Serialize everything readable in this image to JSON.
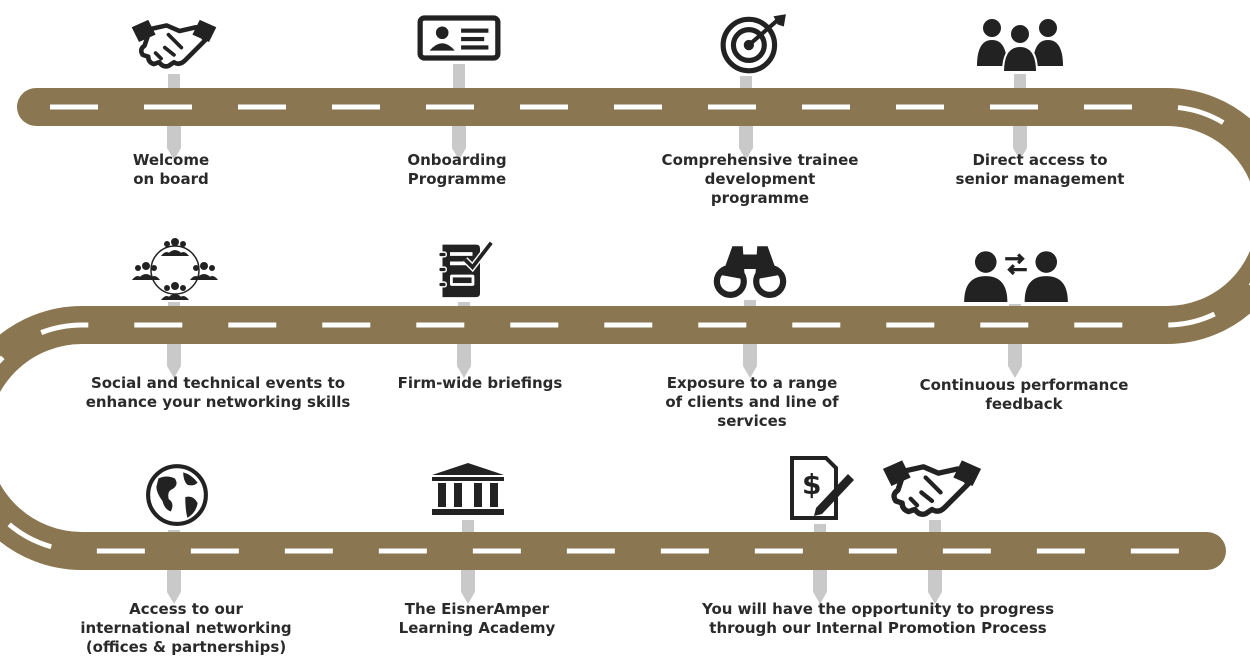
{
  "colors": {
    "road": "#8a7650",
    "dash": "#ffffff",
    "pin": "#c9c9c9",
    "icon": "#222222",
    "text": "#2a2a2a"
  },
  "milestones": [
    {
      "icon": "handshake-icon",
      "label": "Welcome\non board"
    },
    {
      "icon": "id-card-icon",
      "label": "Onboarding\nProgramme"
    },
    {
      "icon": "target-icon",
      "label": "Comprehensive  trainee\ndevelopment\nprogramme"
    },
    {
      "icon": "group-icon",
      "label": "Direct access to\nsenior management"
    },
    {
      "icon": "network-icon",
      "label": "Social and technical events to\nenhance your networking skills"
    },
    {
      "icon": "checklist-icon",
      "label": "Firm-wide briefings"
    },
    {
      "icon": "binoculars-icon",
      "label": "Exposure to a range\nof clients and line of\nservices"
    },
    {
      "icon": "feedback-icon",
      "label": "Continuous performance\nfeedback"
    },
    {
      "icon": "globe-icon",
      "label": "Access to our\ninternational networking\n(offices & partnerships)"
    },
    {
      "icon": "academy-icon",
      "label": "The EisnerAmper\nLearning Academy"
    },
    {
      "icon": "contract-icon",
      "label": "You will have the opportunity to progress\nthrough our Internal Promotion Process"
    },
    {
      "icon": "handshake-icon",
      "label": ""
    }
  ]
}
